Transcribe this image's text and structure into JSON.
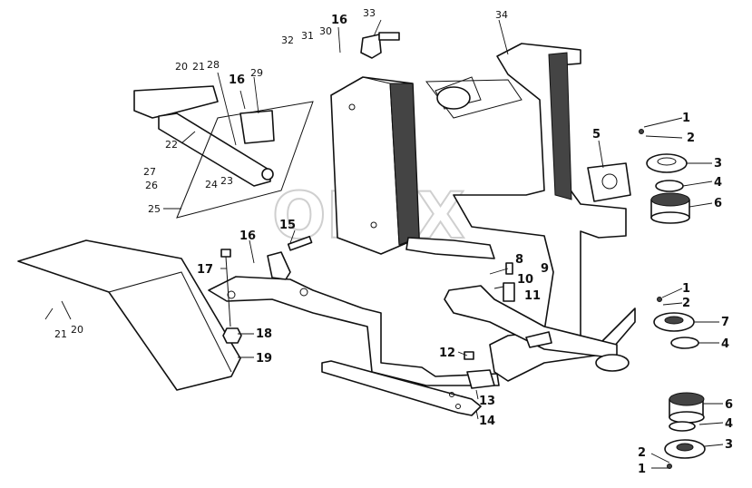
{
  "watermark": "OPEX",
  "callouts": [
    {
      "id": "c1a",
      "text": "1"
    },
    {
      "id": "c2a",
      "text": "2"
    },
    {
      "id": "c3a",
      "text": "3"
    },
    {
      "id": "c4a",
      "text": "4"
    },
    {
      "id": "c5",
      "text": "5"
    },
    {
      "id": "c6a",
      "text": "6"
    },
    {
      "id": "c1b",
      "text": "1"
    },
    {
      "id": "c2b",
      "text": "2"
    },
    {
      "id": "c7",
      "text": "7"
    },
    {
      "id": "c4b",
      "text": "4"
    },
    {
      "id": "c6b",
      "text": "6"
    },
    {
      "id": "c4c",
      "text": "4"
    },
    {
      "id": "c3b",
      "text": "3"
    },
    {
      "id": "c2c",
      "text": "2"
    },
    {
      "id": "c1c",
      "text": "1"
    },
    {
      "id": "c8",
      "text": "8"
    },
    {
      "id": "c9",
      "text": "9"
    },
    {
      "id": "c10",
      "text": "10"
    },
    {
      "id": "c11",
      "text": "11"
    },
    {
      "id": "c12",
      "text": "12"
    },
    {
      "id": "c13",
      "text": "13"
    },
    {
      "id": "c14",
      "text": "14"
    },
    {
      "id": "c15",
      "text": "15"
    },
    {
      "id": "c16a",
      "text": "16"
    },
    {
      "id": "c16b",
      "text": "16"
    },
    {
      "id": "c16c",
      "text": "16"
    },
    {
      "id": "c17",
      "text": "17"
    },
    {
      "id": "c18",
      "text": "18"
    },
    {
      "id": "c19",
      "text": "19"
    },
    {
      "id": "c20a",
      "text": "20"
    },
    {
      "id": "c21a",
      "text": "21"
    },
    {
      "id": "c28",
      "text": "28"
    },
    {
      "id": "c29",
      "text": "29"
    },
    {
      "id": "c22",
      "text": "22"
    },
    {
      "id": "c27",
      "text": "27"
    },
    {
      "id": "c26",
      "text": "26"
    },
    {
      "id": "c24",
      "text": "24"
    },
    {
      "id": "c23",
      "text": "23"
    },
    {
      "id": "c25",
      "text": "25"
    },
    {
      "id": "c21b",
      "text": "21"
    },
    {
      "id": "c20b",
      "text": "20"
    },
    {
      "id": "c32",
      "text": "32"
    },
    {
      "id": "c31",
      "text": "31"
    },
    {
      "id": "c30",
      "text": "30"
    },
    {
      "id": "c33",
      "text": "33"
    },
    {
      "id": "c34",
      "text": "34"
    }
  ]
}
